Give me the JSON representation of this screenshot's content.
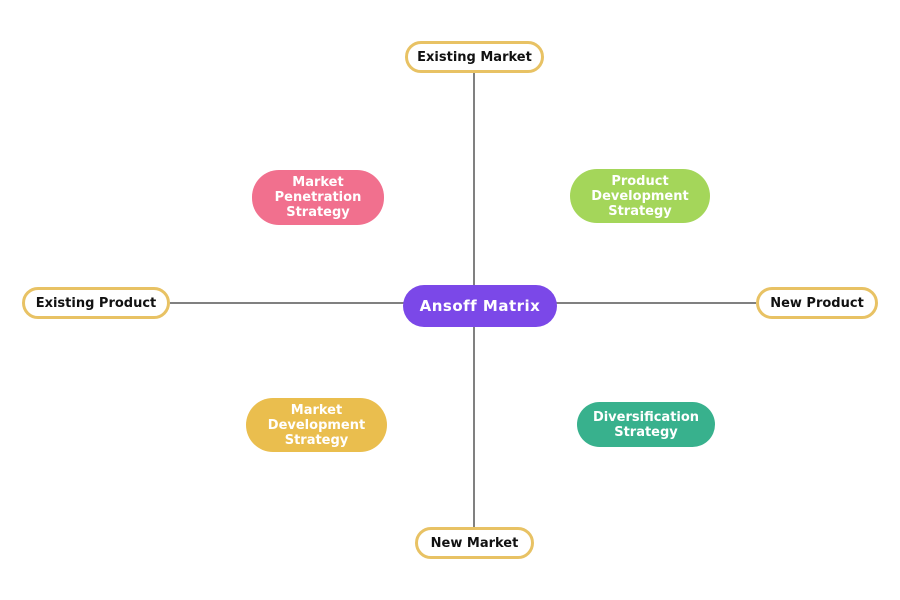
{
  "diagram": {
    "center": {
      "label": "Ansoff Matrix",
      "bg": "#7b48e8",
      "text_color": "#ffffff"
    },
    "axis_labels": {
      "top": "Existing Market",
      "bottom": "New Market",
      "left": "Existing Product",
      "right": "New Product"
    },
    "quadrants": {
      "top_left": {
        "label": "Market\nPenetration\nStrategy",
        "full_label": "Market Penetration Strategy",
        "bg": "#f1708e"
      },
      "top_right": {
        "label": "Product\nDevelopment\nStrategy",
        "full_label": "Product Development Strategy",
        "bg": "#a4d65a"
      },
      "bottom_left": {
        "label": "Market\nDevelopment\nStrategy",
        "full_label": "Market Development Strategy",
        "bg": "#eabe4e"
      },
      "bottom_right": {
        "label": "Diversification\nStrategy",
        "full_label": "Diversification Strategy",
        "bg": "#38b18d"
      }
    },
    "colors": {
      "pill_border": "#e8c264",
      "pill_bg": "#ffffff",
      "axis_line": "#808080",
      "pill_text": "#111111",
      "node_text": "#ffffff"
    }
  }
}
